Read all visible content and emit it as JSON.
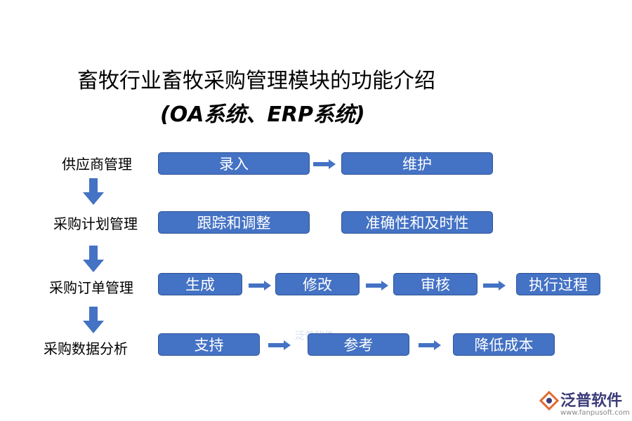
{
  "title_line1": "畜牧行业畜牧采购管理模块的功能介绍",
  "title_line2": "(OA系统、ERP系统)",
  "rows": [
    {
      "label": "供应商管理",
      "steps": [
        "录入",
        "维护"
      ]
    },
    {
      "label": "采购计划管理",
      "steps": [
        "跟踪和调整",
        "准确性和及时性"
      ]
    },
    {
      "label": "采购订单管理",
      "steps": [
        "生成",
        "修改",
        "审核",
        "执行过程"
      ]
    },
    {
      "label": "采购数据分析",
      "steps": [
        "支持",
        "参考",
        "降低成本"
      ]
    }
  ],
  "watermark": "泛普软件",
  "logo": {
    "name": "泛普软件",
    "url": "www.fanpusoft.com"
  },
  "colors": {
    "box": "#4472c4",
    "arrow": "#4472c4",
    "border": "#2f5597"
  }
}
